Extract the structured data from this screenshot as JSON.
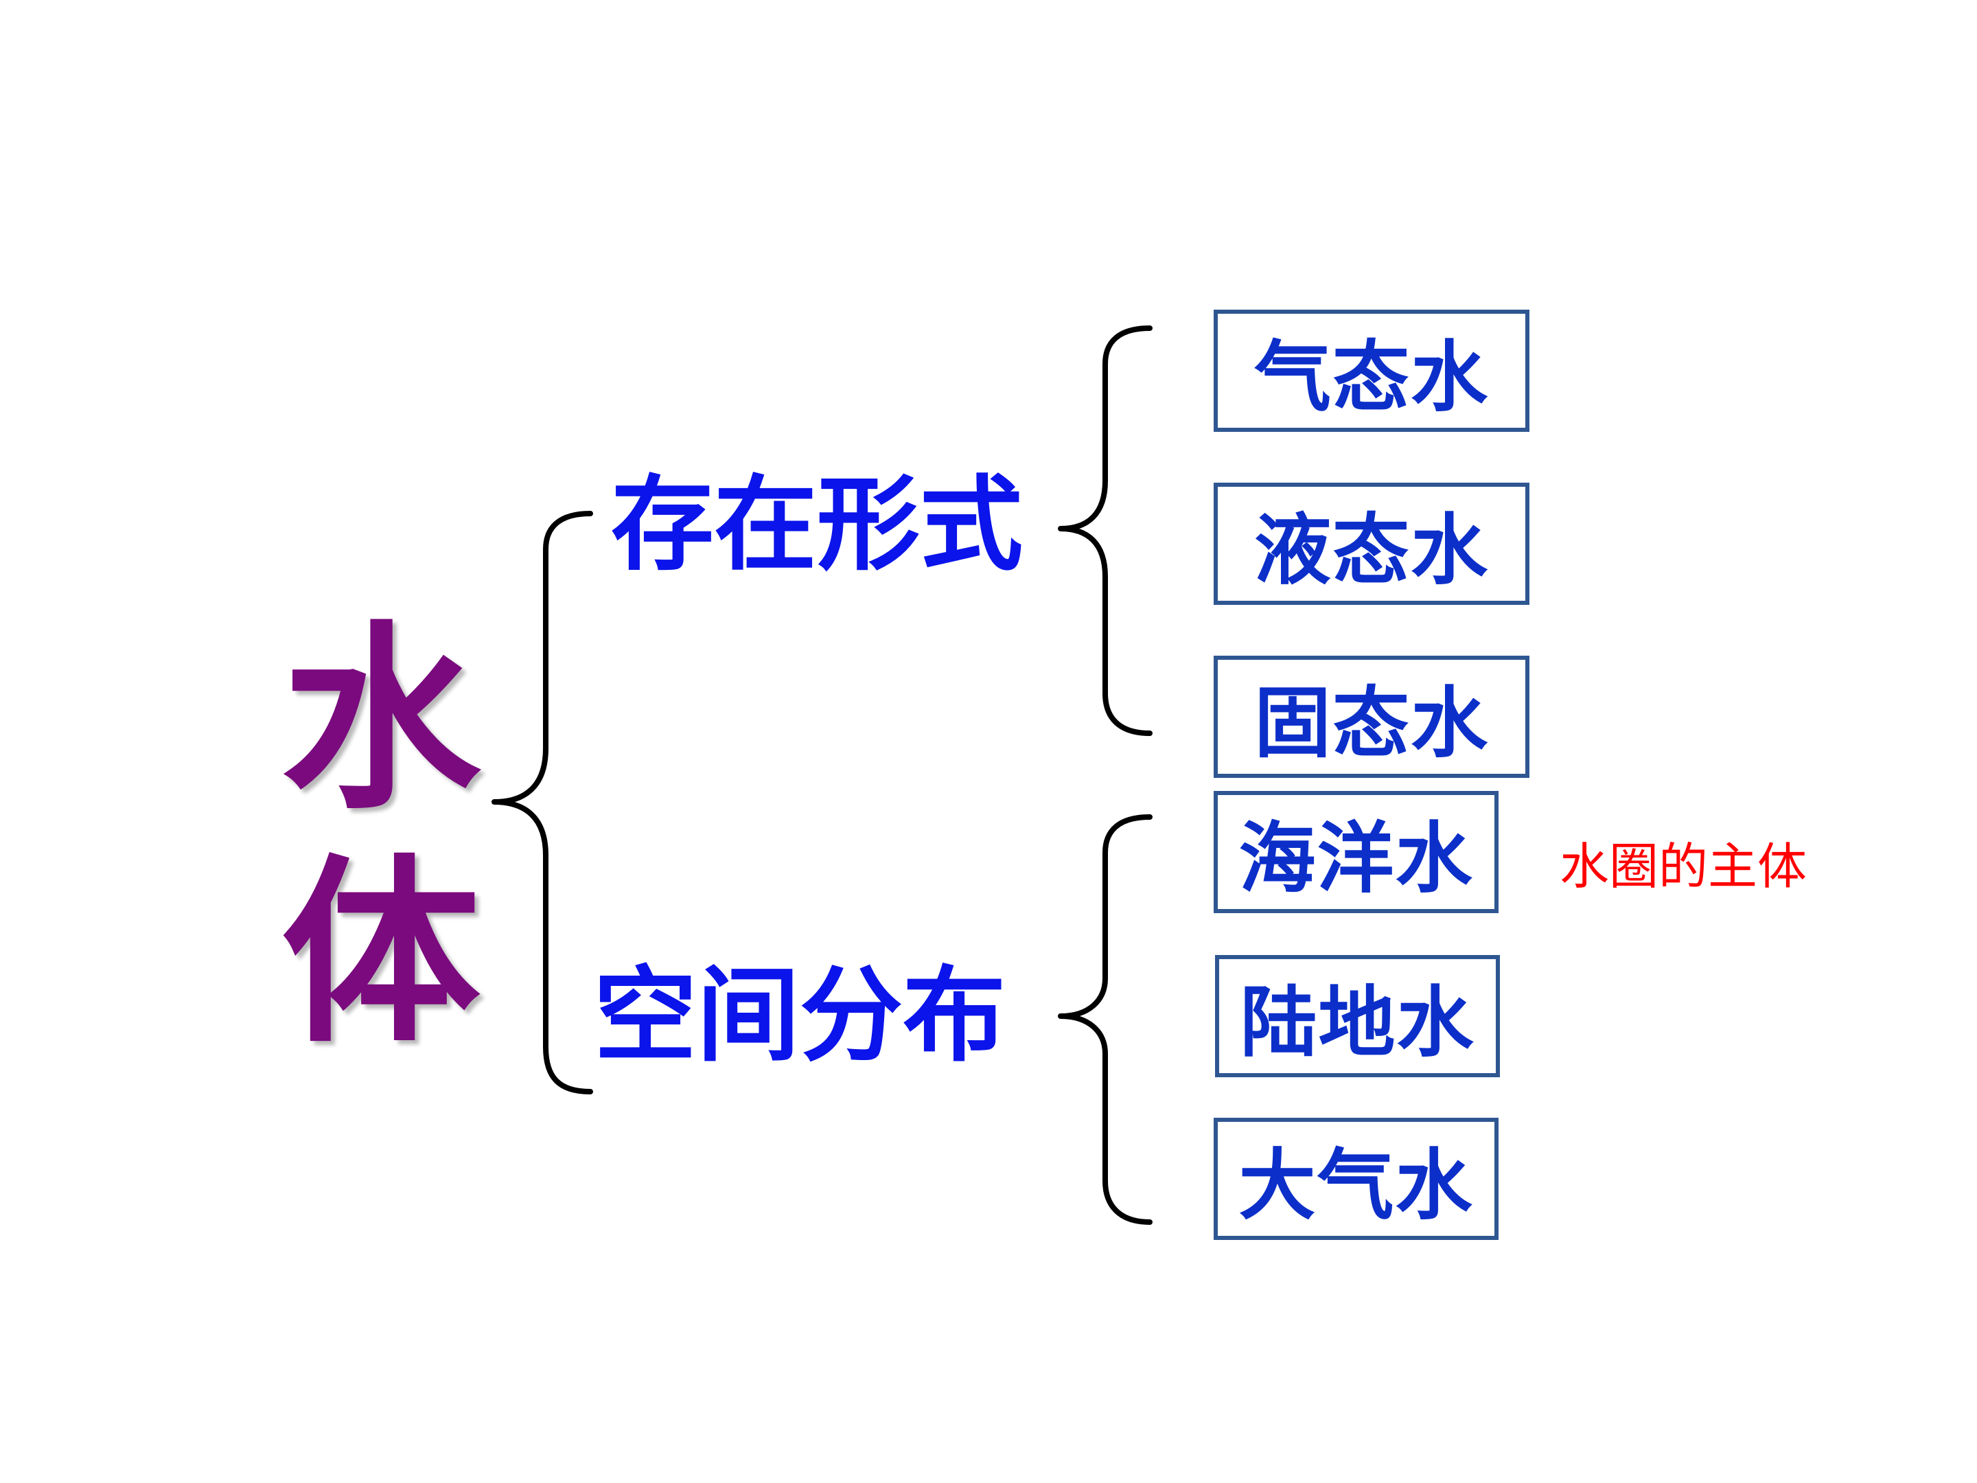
{
  "root": {
    "chars": [
      "水",
      "体"
    ],
    "color": "#7a0a7d"
  },
  "categories": [
    {
      "label": "存在形式",
      "items": [
        "气态水",
        "液态水",
        "固态水"
      ]
    },
    {
      "label": "空间分布",
      "items": [
        "海洋水",
        "陆地水",
        "大气水"
      ]
    }
  ],
  "annotation": {
    "text": "水圈的主体",
    "color": "#ff0000"
  },
  "colors": {
    "category_text": "#0b14ea",
    "leaf_text": "#0c2fc9",
    "leaf_border": "#2e5691",
    "brace": "#000000"
  }
}
